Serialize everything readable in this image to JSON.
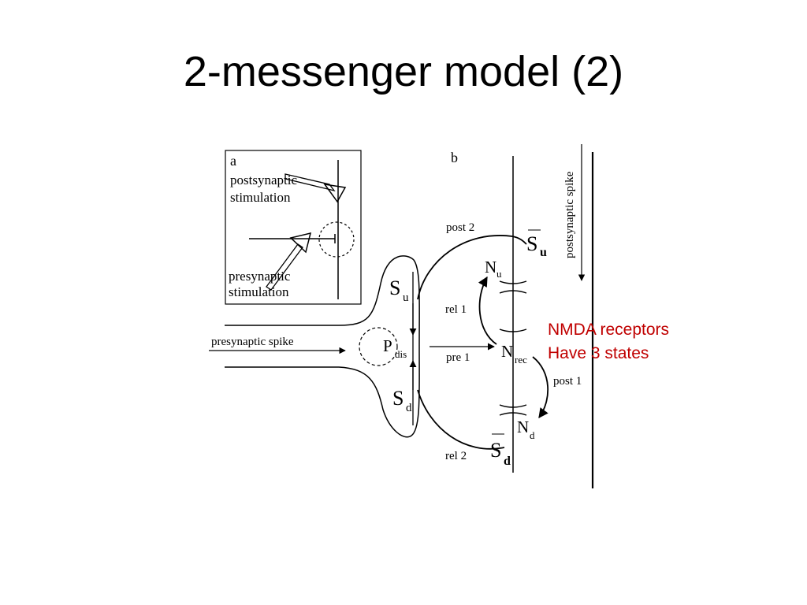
{
  "slide": {
    "title": "2-messenger model (2)"
  },
  "panel_a": {
    "label": "a",
    "post_label_1": "postsynaptic",
    "post_label_2": "stimulation",
    "pre_label_1": "presynaptic",
    "pre_label_2": "stimulation"
  },
  "panel_b": {
    "label": "b",
    "postsynaptic_spike": "postsynaptic spike",
    "presynaptic_spike": "presynaptic spike",
    "post2": "post 2",
    "rel1": "rel 1",
    "pre1": "pre 1",
    "post1": "post 1",
    "rel2": "rel 2",
    "su_bar": {
      "main": "S",
      "sub": "u"
    },
    "sd_bar": {
      "main": "S",
      "sub": "d"
    },
    "su": {
      "main": "S",
      "sub": "u"
    },
    "sd": {
      "main": "S",
      "sub": "d"
    },
    "pdis": {
      "main": "P",
      "sub": "dis"
    },
    "nu": {
      "main": "N",
      "sub": "u"
    },
    "nrec": {
      "main": "N",
      "sub": "rec"
    },
    "nd": {
      "main": "N",
      "sub": "d"
    }
  },
  "annotation": {
    "line1": "NMDA receptors",
    "line2": "Have 3 states",
    "color": "#c00000"
  }
}
